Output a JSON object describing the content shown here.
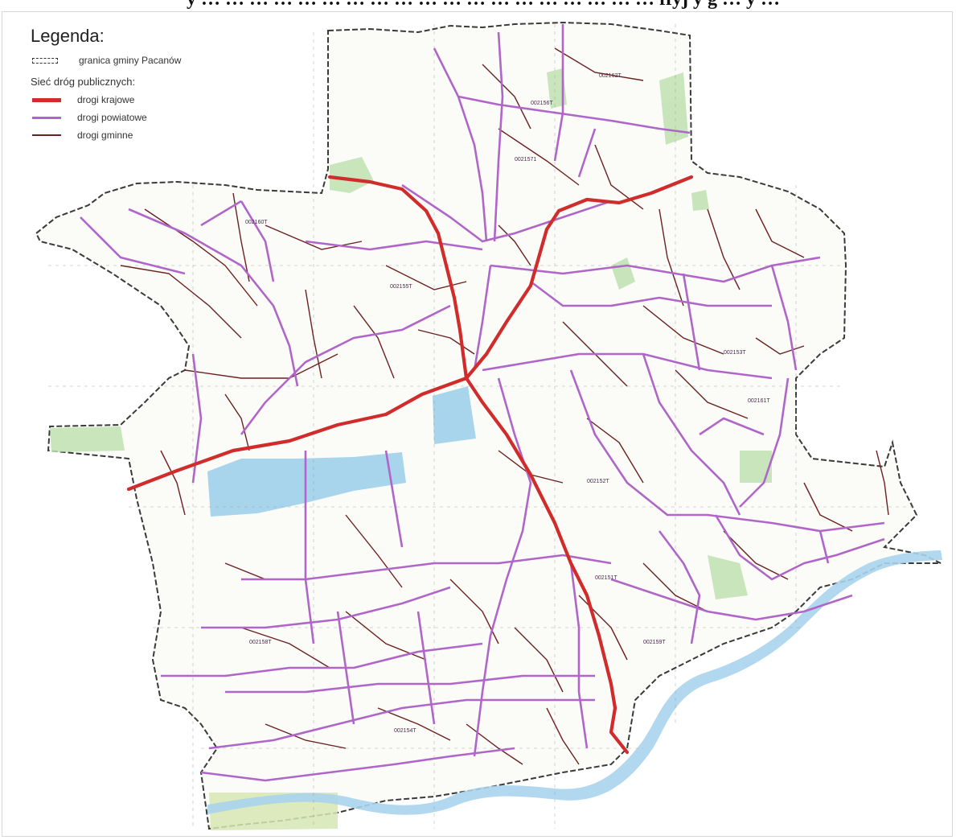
{
  "header": {
    "title_fragment": "y … … … … … … … … … … … … … … … … … … … ffyj y g … y …"
  },
  "legend": {
    "title": "Legenda:",
    "border_label": "granica gminy Pacanów",
    "network_title": "Sieć dróg publicznych:",
    "items": [
      {
        "label": "drogi krajowe",
        "color": "#d02c2c"
      },
      {
        "label": "drogi powiatowe",
        "color": "#b066c8"
      },
      {
        "label": "drogi gminne",
        "color": "#6b2020"
      }
    ]
  },
  "map": {
    "road_codes": [
      "002162T",
      "002156T",
      "0021571",
      "002160T",
      "002155T",
      "002153T",
      "002152T",
      "002158T",
      "002161T",
      "002154T",
      "002159T",
      "002151T"
    ],
    "colors": {
      "border": "#3a3a3a",
      "water": "#a8d4ec",
      "forest": "#bfe0b0",
      "national_road": "#d02c2c",
      "county_road": "#b066c8",
      "municipal_road": "#6b2020"
    }
  }
}
